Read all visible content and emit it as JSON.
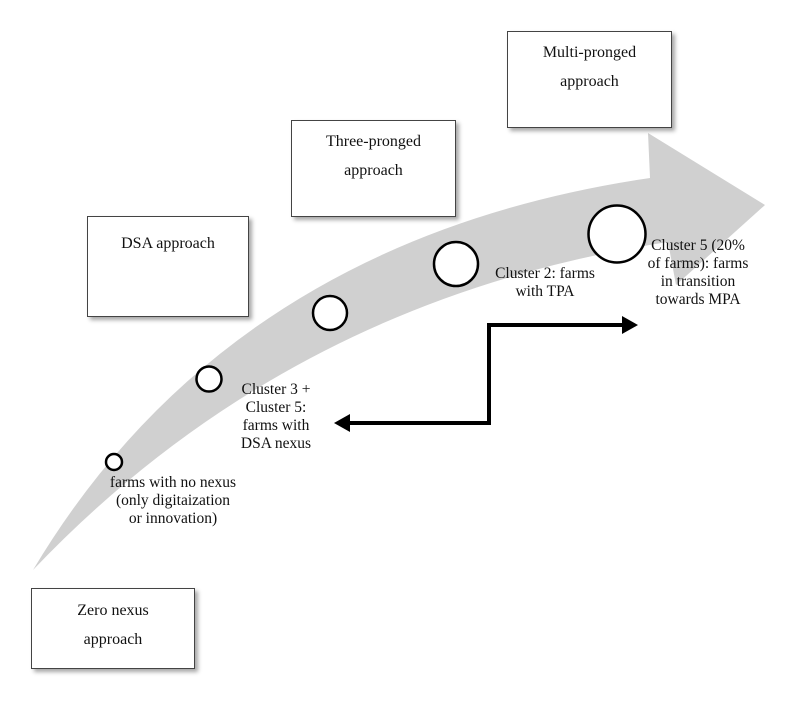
{
  "stages": {
    "zero": "Zero nexus approach",
    "dsa": "DSA approach",
    "three": "Three-pronged approach",
    "multi": "Multi-pronged approach"
  },
  "clusters": {
    "none": "farms with no nexus (only digitaization or innovation)",
    "dsa": "Cluster 3 + Cluster 5: farms with DSA nexus",
    "tpa": "Cluster 2: farms with TPA",
    "mpa": "Cluster 5 (20% of farms): farms in transition towards MPA"
  },
  "colors": {
    "arrow_fill": "#d0d0d0",
    "stroke": "#000000",
    "box_border": "#444444"
  }
}
